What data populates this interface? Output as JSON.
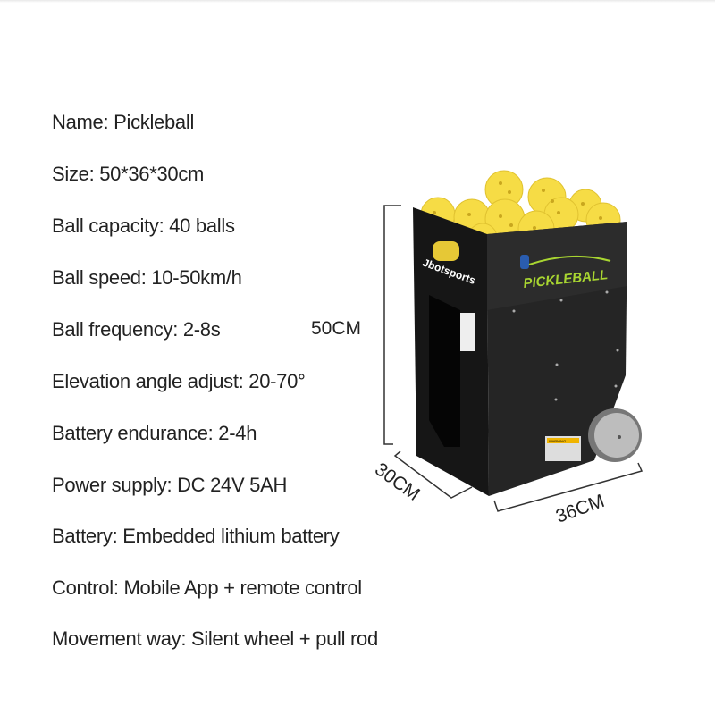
{
  "specs": [
    "Name: Pickleball",
    "Size: 50*36*30cm",
    "Ball capacity: 40 balls",
    "Ball speed: 10-50km/h",
    "Ball frequency: 2-8s",
    "Elevation angle adjust: 20-70°",
    "Battery endurance: 2-4h",
    "Power supply: DC 24V 5AH",
    "Battery: Embedded lithium battery",
    "Control: Mobile App + remote control",
    "Movement way: Silent wheel + pull rod"
  ],
  "dimensions": {
    "height": "50CM",
    "depth": "30CM",
    "width": "36CM"
  },
  "machine": {
    "brand": "Jbotsports",
    "logo_text": "PICKLEBALL",
    "warning_label": "WARNING"
  },
  "colors": {
    "body": "#1e1e1e",
    "ball": "#f6dc45",
    "logo_green": "#a8d531",
    "logo_blue": "#2a5db0"
  }
}
